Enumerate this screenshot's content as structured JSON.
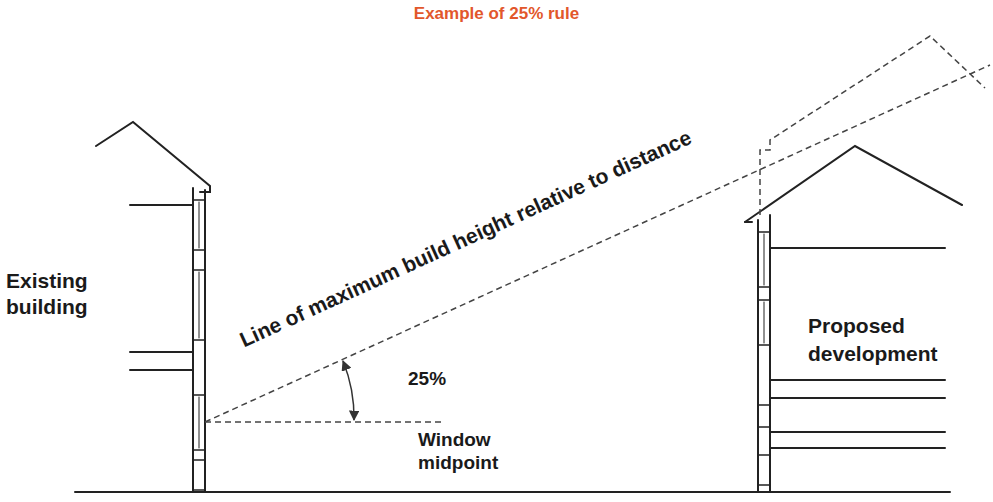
{
  "diagram": {
    "title": "Example of 25% rule",
    "labels": [
      "Line of maximum build height relative to distance",
      "Existing building",
      "25%",
      "Window midpoint",
      "Proposed development"
    ]
  }
}
